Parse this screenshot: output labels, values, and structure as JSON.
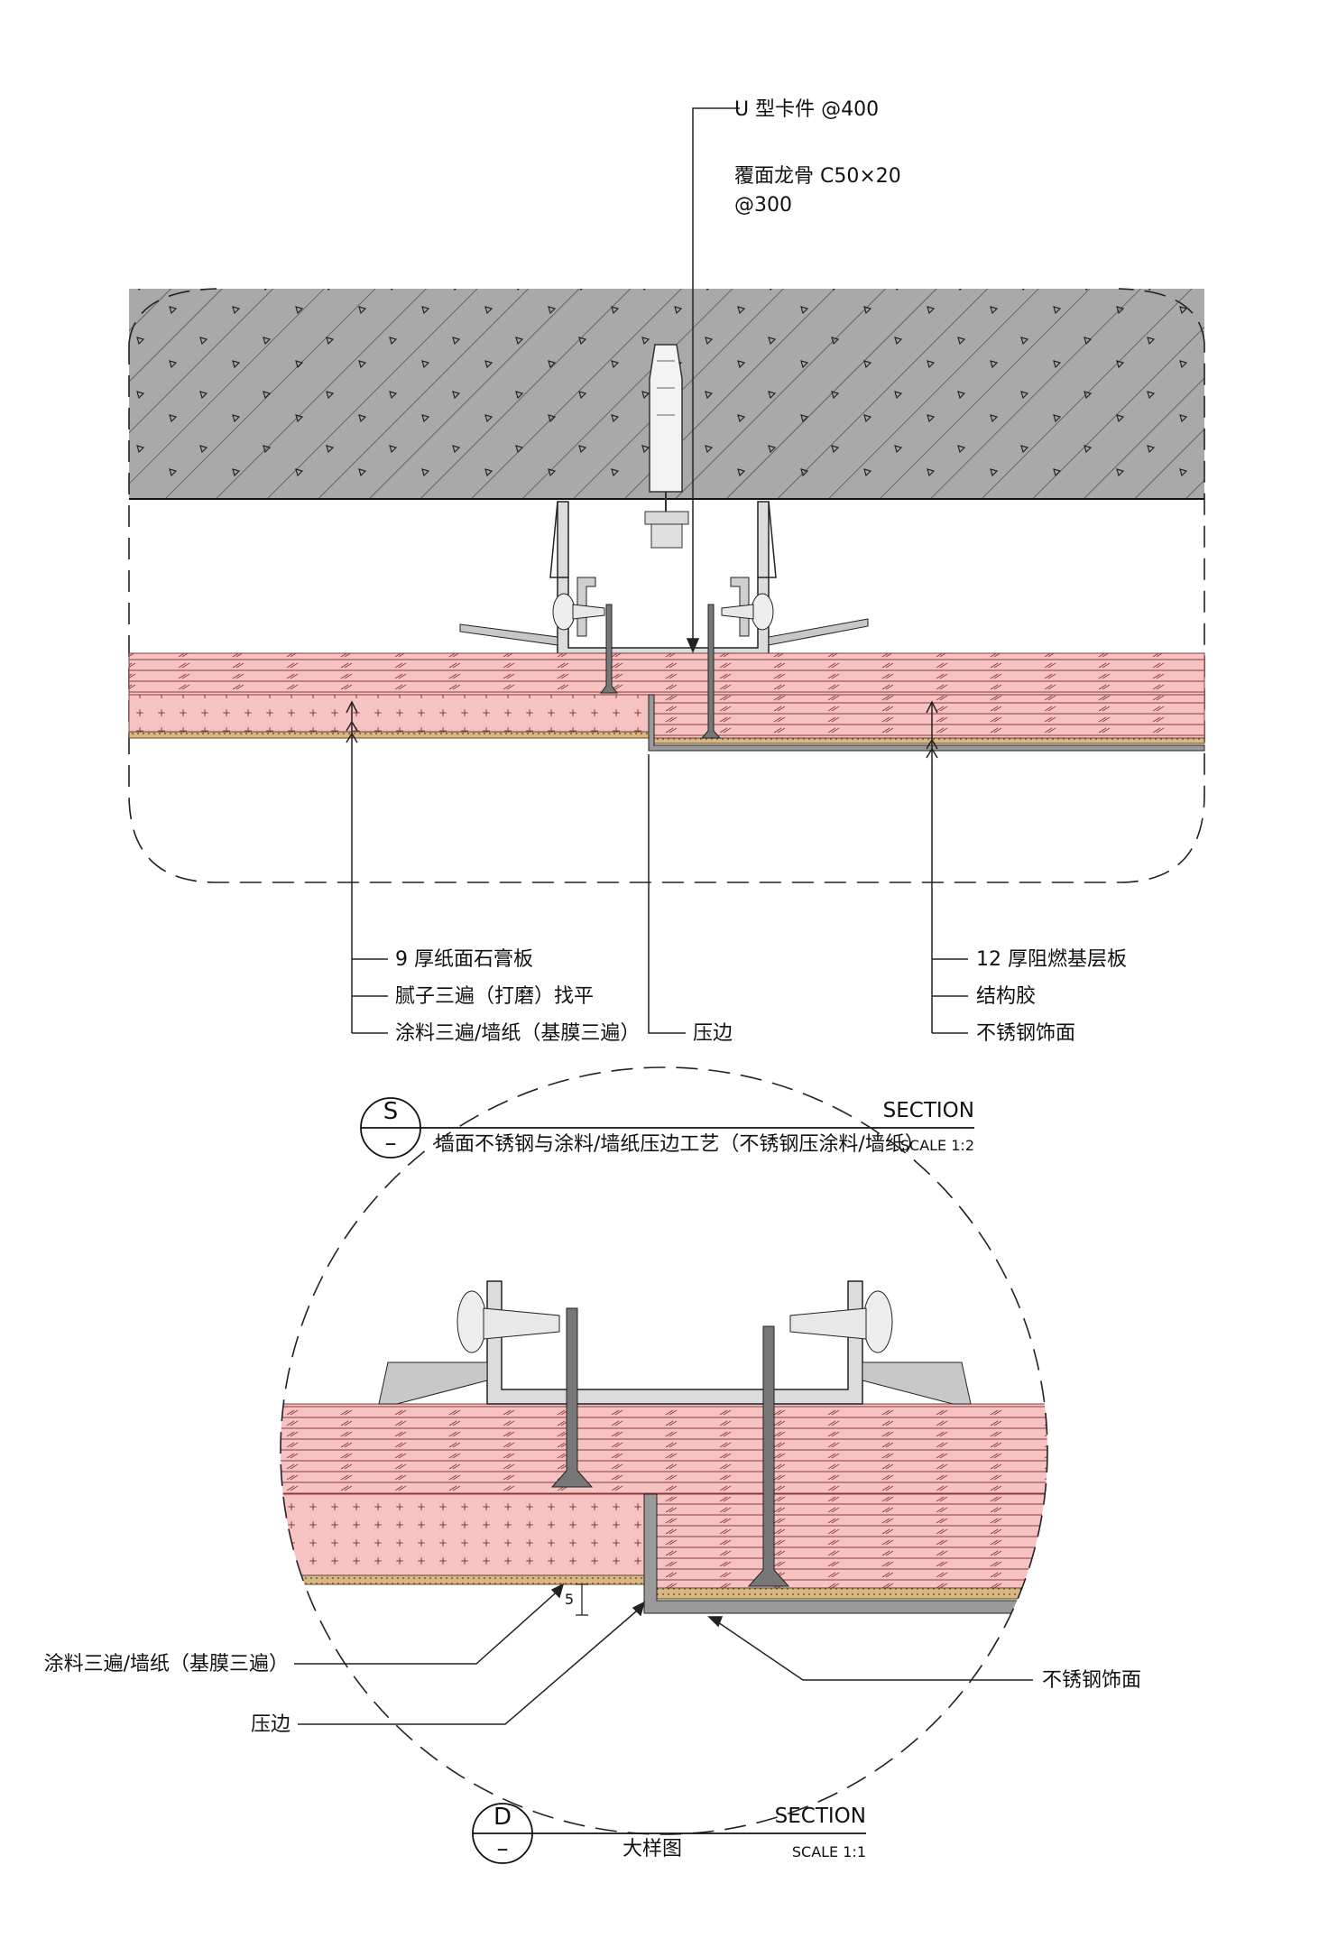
{
  "section_s": {
    "callouts": {
      "clip": "U 型卡件 @400",
      "keel_line1": "覆面龙骨 C50×20",
      "keel_line2": "@300",
      "gypsum": "9 厚纸面石膏板",
      "putty": "腻子三遍（打磨）找平",
      "coating": "涂料三遍/墙纸（基膜三遍）",
      "trim": "压边",
      "fr_board": "12 厚阻燃基层板",
      "glue": "结构胶",
      "steel": "不锈钢饰面"
    },
    "title_block": {
      "symbol": "S",
      "dash": "–",
      "heading": "SECTION",
      "title": "墙面不锈钢与涂料/墙纸压边工艺（不锈钢压涂料/墙纸）",
      "scale": "SCALE 1:2"
    }
  },
  "section_d": {
    "callouts": {
      "coating": "涂料三遍/墙纸（基膜三遍）",
      "trim": "压边",
      "steel": "不锈钢饰面",
      "dim": "5"
    },
    "title_block": {
      "symbol": "D",
      "dash": "–",
      "heading": "SECTION",
      "title": "大样图",
      "scale": "SCALE 1:1"
    }
  },
  "colors": {
    "concrete": "#a9a9a9",
    "board": "#f7c2c2",
    "wood": "#d8b784",
    "line": "#222222"
  }
}
